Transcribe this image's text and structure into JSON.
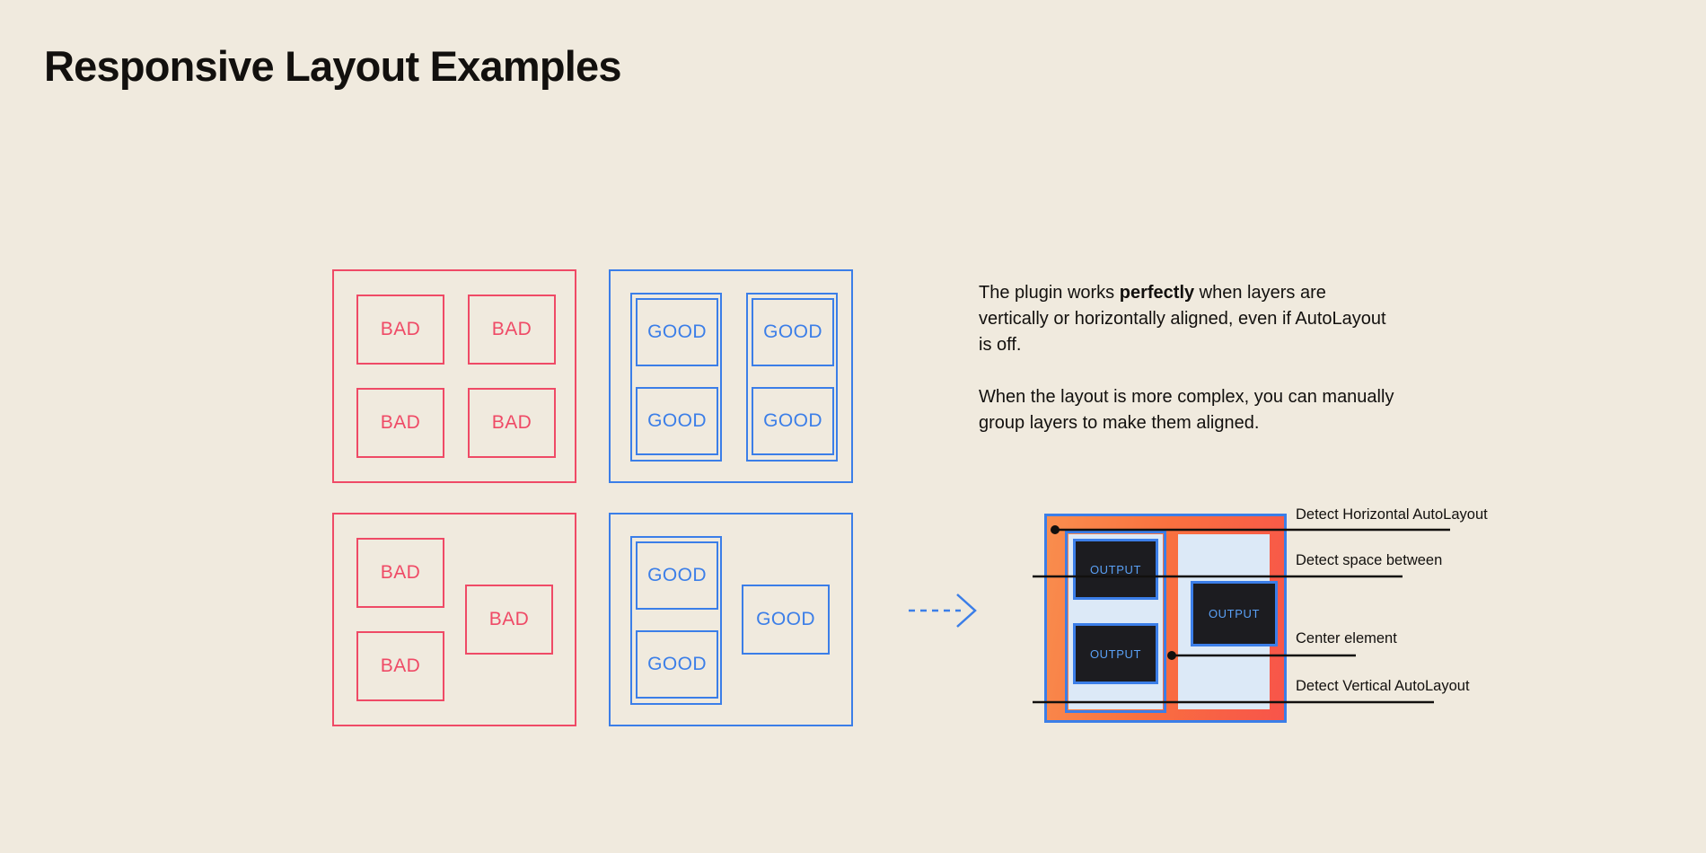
{
  "page": {
    "title": "Responsive Layout Examples",
    "background_color": "#f0eade",
    "text_color": "#12100e"
  },
  "colors": {
    "bad": "#ef4a66",
    "good": "#3b7ee8",
    "mockup_gradient_start": "#f98e4e",
    "mockup_gradient_end": "#f8544a",
    "light_panel": "#dce9f7",
    "output_bg": "#1c1c20",
    "output_text": "#5aa0f5"
  },
  "examples": {
    "bad_label": "BAD",
    "good_label": "GOOD",
    "top_left": {
      "variant": "bad",
      "items": [
        {
          "label": "BAD"
        },
        {
          "label": "BAD"
        },
        {
          "label": "BAD"
        },
        {
          "label": "BAD"
        }
      ]
    },
    "top_right": {
      "variant": "good",
      "groups": [
        {
          "items": [
            {
              "label": "GOOD"
            },
            {
              "label": "GOOD"
            }
          ]
        },
        {
          "items": [
            {
              "label": "GOOD"
            },
            {
              "label": "GOOD"
            }
          ]
        }
      ]
    },
    "bottom_left": {
      "variant": "bad",
      "items": [
        {
          "label": "BAD"
        },
        {
          "label": "BAD"
        },
        {
          "label": "BAD"
        }
      ]
    },
    "bottom_right": {
      "variant": "good",
      "groups": [
        {
          "items": [
            {
              "label": "GOOD"
            },
            {
              "label": "GOOD"
            }
          ]
        }
      ],
      "loose_items": [
        {
          "label": "GOOD"
        }
      ]
    }
  },
  "arrow": {
    "icon": "dashed-arrow-right-icon",
    "color": "#3b7ee8",
    "style": "dashed"
  },
  "description": {
    "paragraph_1_before_bold": "The plugin works ",
    "paragraph_1_bold": "perfectly",
    "paragraph_1_after_bold": " when layers are vertically or horizontally aligned, even if AutoLayout is off.",
    "paragraph_2": "When the layout is more complex, you can manually group layers to make them aligned."
  },
  "mockup": {
    "outputs": [
      {
        "label": "OUTPUT"
      },
      {
        "label": "OUTPUT"
      },
      {
        "label": "OUTPUT"
      }
    ]
  },
  "annotations": [
    {
      "label": "Detect Horizontal AutoLayout"
    },
    {
      "label": "Detect space between"
    },
    {
      "label": "Center element"
    },
    {
      "label": "Detect Vertical AutoLayout"
    }
  ]
}
